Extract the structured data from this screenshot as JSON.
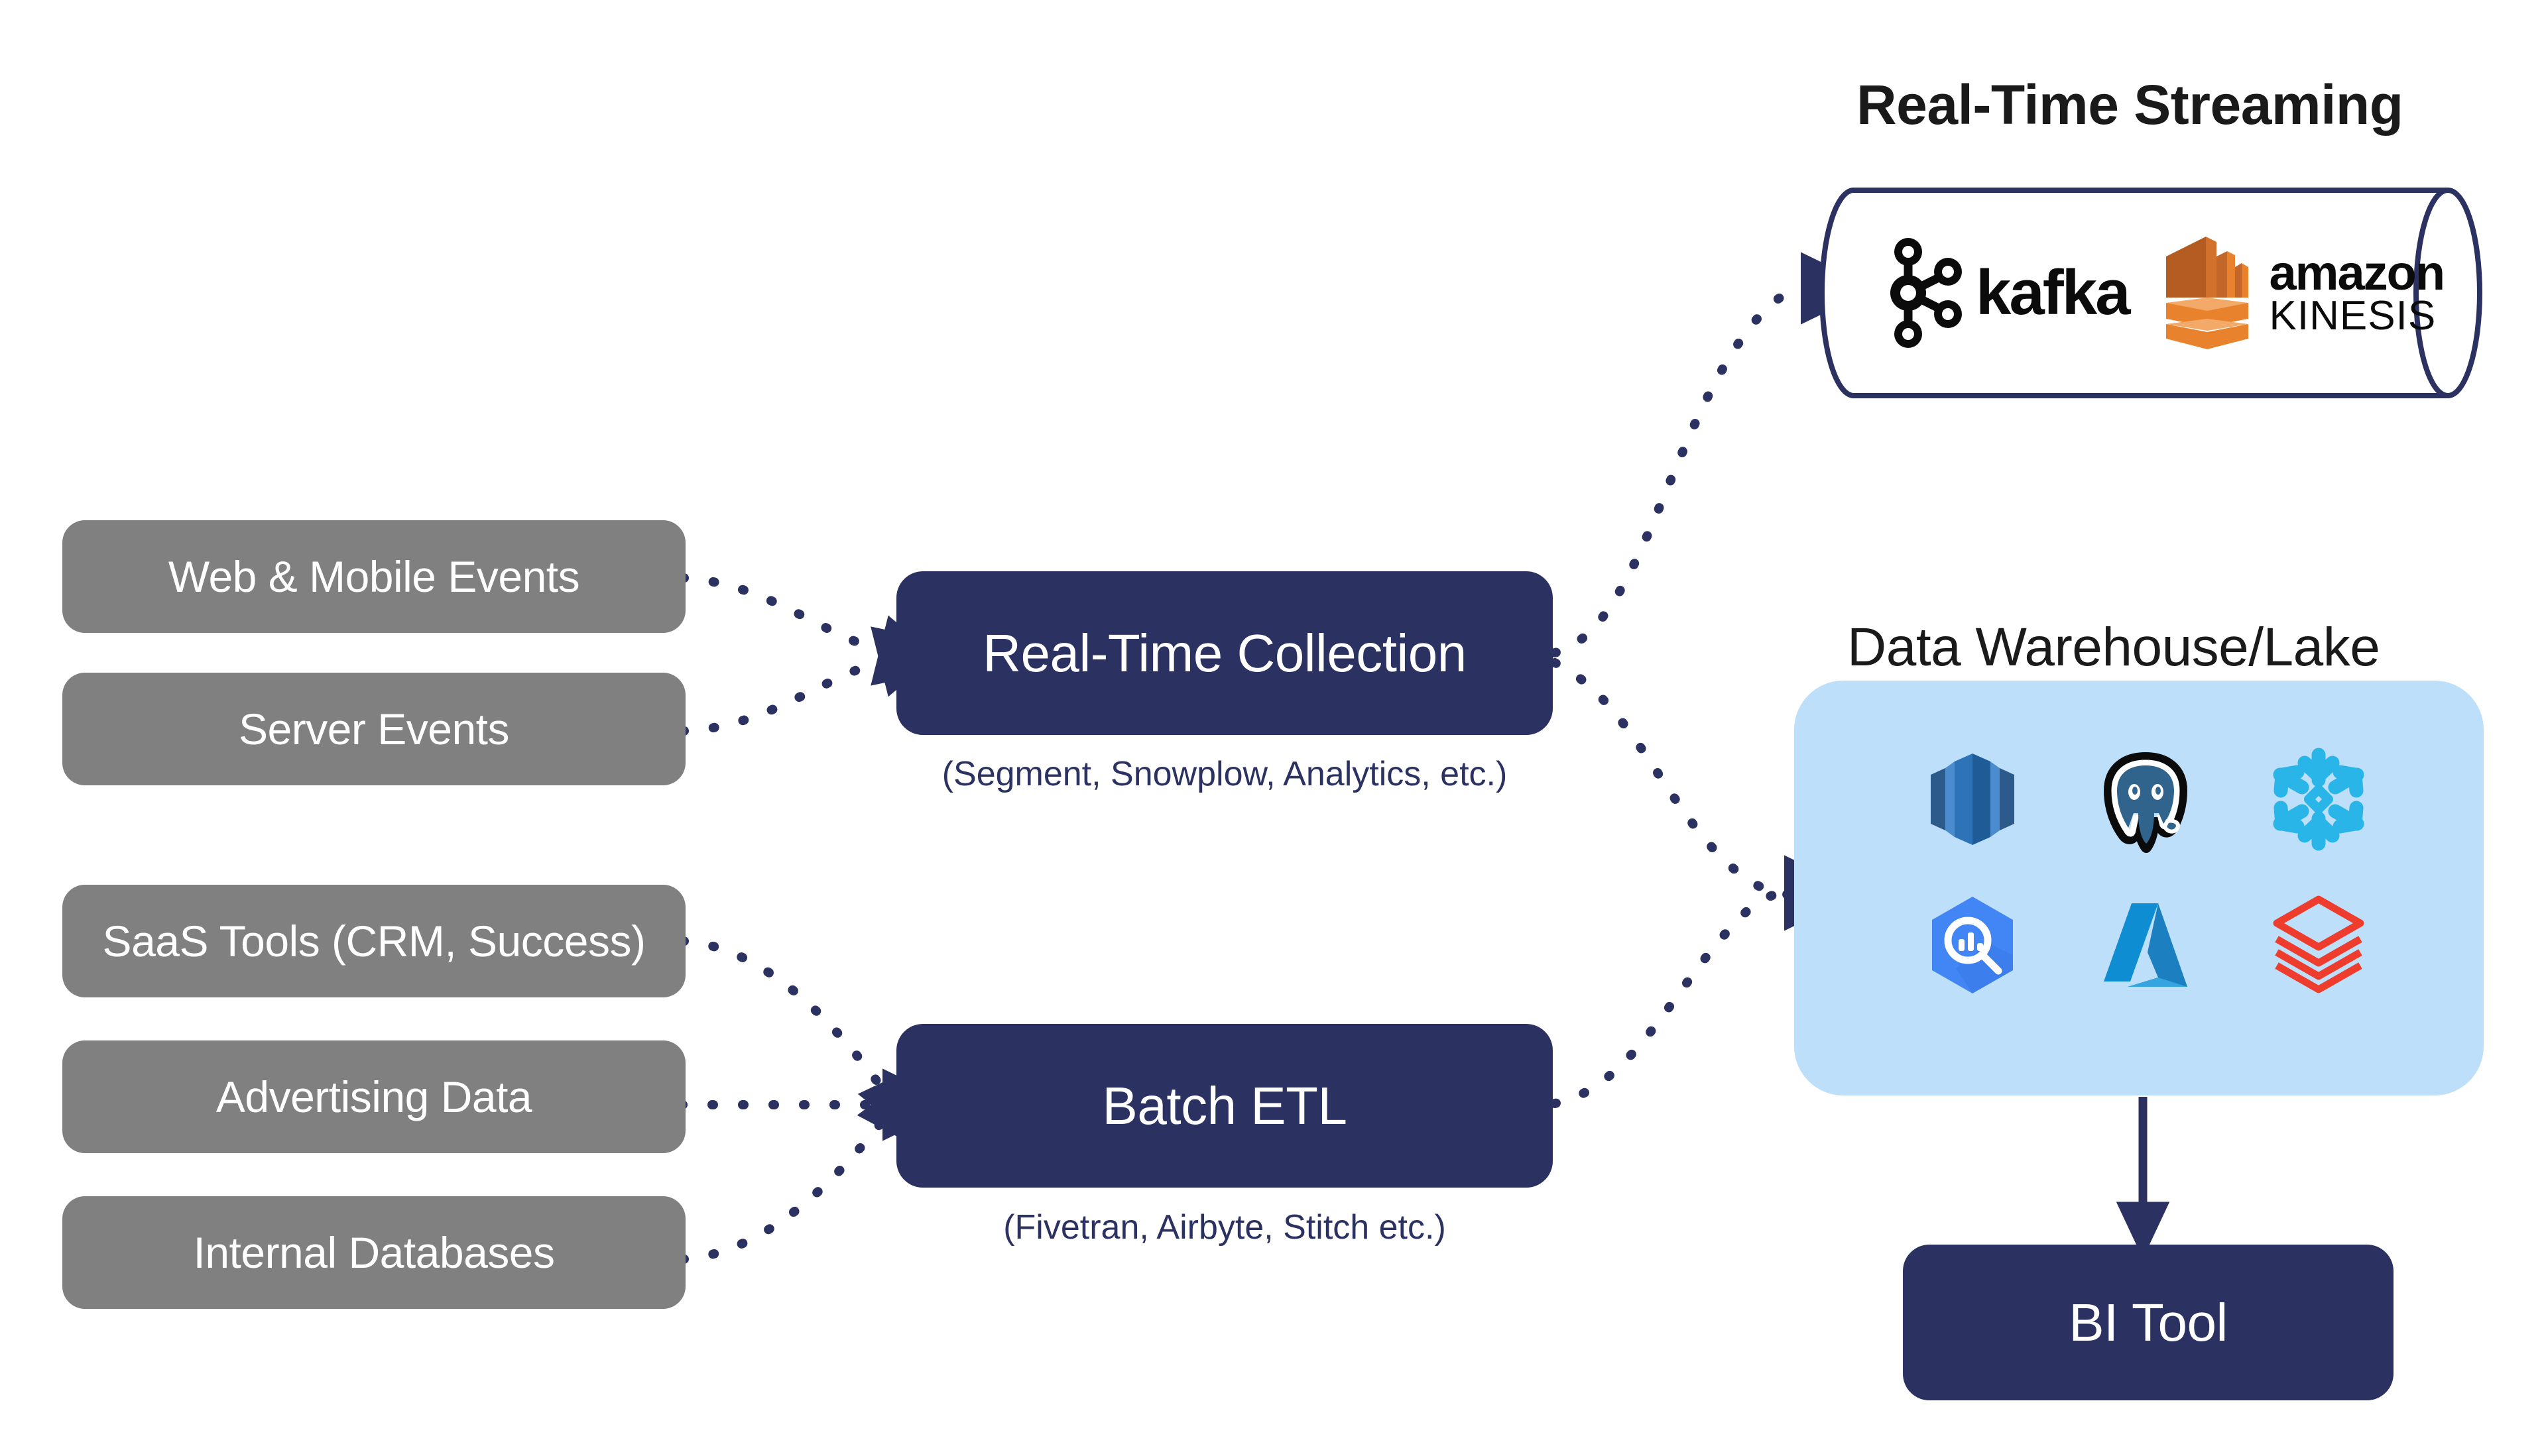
{
  "diagram": {
    "headings": {
      "streaming": "Real-Time Streaming",
      "warehouse": "Data Warehouse/Lake"
    },
    "colors": {
      "navy": "#2b3161",
      "gray": "#808080",
      "light_blue": "#bddffa",
      "white": "#ffffff",
      "kinesis_orange": "#e8822c",
      "databricks_red": "#ee3d2c",
      "snowflake_blue": "#29b5e8",
      "bigquery_blue": "#4285f4",
      "azure_blue": "#0f8dd3",
      "postgres_blue": "#31648c",
      "redshift_blue": "#2e73b8"
    },
    "sources": [
      {
        "id": "web-mobile-events",
        "label": "Web & Mobile Events"
      },
      {
        "id": "server-events",
        "label": "Server Events"
      },
      {
        "id": "saas-tools",
        "label": "SaaS Tools (CRM, Success)"
      },
      {
        "id": "advertising-data",
        "label": "Advertising Data"
      },
      {
        "id": "internal-databases",
        "label": "Internal Databases"
      }
    ],
    "processes": [
      {
        "id": "real-time-collection",
        "label": "Real-Time Collection",
        "caption": "(Segment, Snowplow, Analytics, etc.)"
      },
      {
        "id": "batch-etl",
        "label": "Batch ETL",
        "caption": "(Fivetran, Airbyte, Stitch etc.)"
      }
    ],
    "streaming_platforms": [
      {
        "id": "kafka",
        "name": "kafka"
      },
      {
        "id": "amazon-kinesis",
        "name_top": "amazon",
        "name_bottom": "KINESIS"
      }
    ],
    "warehouse_icons": [
      {
        "id": "amazon-redshift",
        "name": "amazon-redshift-icon"
      },
      {
        "id": "postgresql",
        "name": "postgresql-icon"
      },
      {
        "id": "snowflake",
        "name": "snowflake-icon"
      },
      {
        "id": "google-bigquery",
        "name": "google-bigquery-icon"
      },
      {
        "id": "microsoft-azure",
        "name": "microsoft-azure-icon"
      },
      {
        "id": "databricks",
        "name": "databricks-icon"
      }
    ],
    "output": {
      "id": "bi-tool",
      "label": "BI Tool"
    },
    "connections": [
      {
        "from": "web-mobile-events",
        "to": "real-time-collection",
        "style": "dotted"
      },
      {
        "from": "server-events",
        "to": "real-time-collection",
        "style": "dotted"
      },
      {
        "from": "saas-tools",
        "to": "batch-etl",
        "style": "dotted"
      },
      {
        "from": "advertising-data",
        "to": "batch-etl",
        "style": "dotted"
      },
      {
        "from": "internal-databases",
        "to": "batch-etl",
        "style": "dotted"
      },
      {
        "from": "real-time-collection",
        "to": "streaming-cylinder",
        "style": "dotted"
      },
      {
        "from": "real-time-collection",
        "to": "warehouse-panel",
        "style": "dotted"
      },
      {
        "from": "batch-etl",
        "to": "warehouse-panel",
        "style": "dotted"
      },
      {
        "from": "warehouse-panel",
        "to": "bi-tool",
        "style": "solid"
      }
    ]
  }
}
